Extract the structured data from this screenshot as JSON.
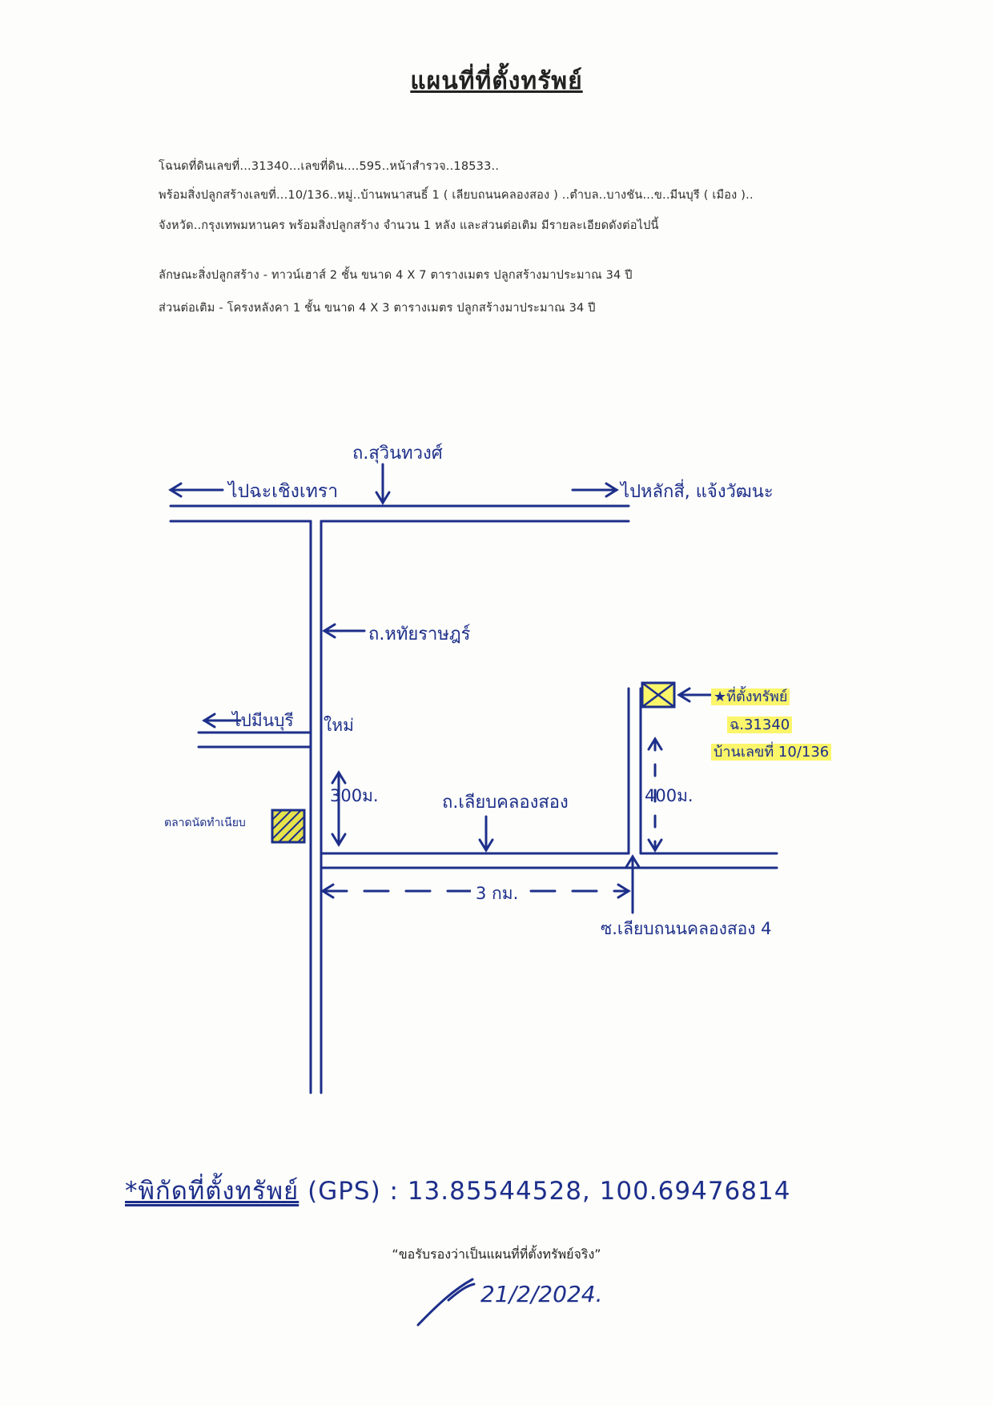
{
  "document": {
    "title": "แผนที่ที่ตั้งทรัพย์",
    "info_lines": [
      "โฉนดที่ดินเลขที่...31340...เลขที่ดิน....595..หน้าสำรวจ..18533..",
      "พร้อมสิ่งปลูกสร้างเลขที่...10/136..หมู่..บ้านพนาสนธิ์ 1 ( เลียบถนนคลองสอง ) ..ตำบล..บางชัน...ข..มีนบุรี ( เมือง )..",
      "จังหวัด..กรุงเทพมหานคร  พร้อมสิ่งปลูกสร้าง  จำนวน  1  หลัง และส่วนต่อเติม มีรายละเอียดดังต่อไปนี้"
    ],
    "building_lines": [
      "ลักษณะสิ่งปลูกสร้าง -  ทาวน์เฮาส์  2  ชั้น  ขนาด  4  X  7  ตารางเมตร  ปลูกสร้างมาประมาณ  34  ปี",
      "ส่วนต่อเติม - โครงหลังคา  1 ชั้น  ขนาด  4 X 3  ตารางเมตร  ปลูกสร้างมาประมาณ  34  ปี"
    ]
  },
  "map": {
    "road_sukhumvit": "ถ.สุวินทวงศ์",
    "to_chachoengsao": "ไปฉะเชิงเทรา",
    "to_laksi": "ไปหลักสี่, แจ้งวัฒนะ",
    "road_ramintra": "ถ.หทัยราษฎร์",
    "to_minburi": "ไปมีนบุรี",
    "mai_label": "ใหม่",
    "dist_300": "300ม.",
    "road_liab_klong": "ถ.เลียบคลองสอง",
    "dist_400": "400ม.",
    "dist_3km": "3 กม.",
    "soi_label": "ซ.เลียบถนนคลองสอง 4",
    "landmark": "ตลาดนัดทำเนียบ",
    "property_star": "★ที่ตั้งทรัพย์",
    "property_deed": "ฉ.31340",
    "property_house": "บ้านเลขที่ 10/136",
    "highlight_color": "#fbf56a",
    "ink_color": "#1d2f8a"
  },
  "footer": {
    "gps_label": "*พิกัดที่ตั้งทรัพย์",
    "gps_suffix": "(GPS) : 13.85544528, 100.69476814",
    "certify": "“ขอรับรองว่าเป็นแผนที่ที่ตั้งทรัพย์จริง”",
    "signature_date": "21/2/2024."
  }
}
